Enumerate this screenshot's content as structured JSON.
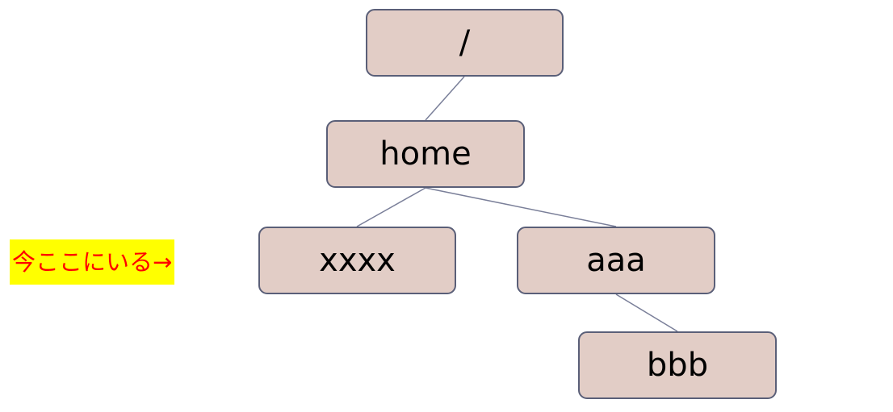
{
  "nodes": {
    "root": "/",
    "home": "home",
    "xxxx": "xxxx",
    "aaa": "aaa",
    "bbb": "bbb"
  },
  "edges": [
    [
      "root",
      "home"
    ],
    [
      "home",
      "xxxx"
    ],
    [
      "home",
      "aaa"
    ],
    [
      "aaa",
      "bbb"
    ]
  ],
  "annotation": {
    "current_location": "今ここにいる→"
  },
  "colors": {
    "node_fill": "#e2cdc6",
    "node_border": "#5a5f78",
    "edge": "#7a7f99",
    "highlight_bg": "#ffff00",
    "highlight_text": "#ff0000"
  }
}
